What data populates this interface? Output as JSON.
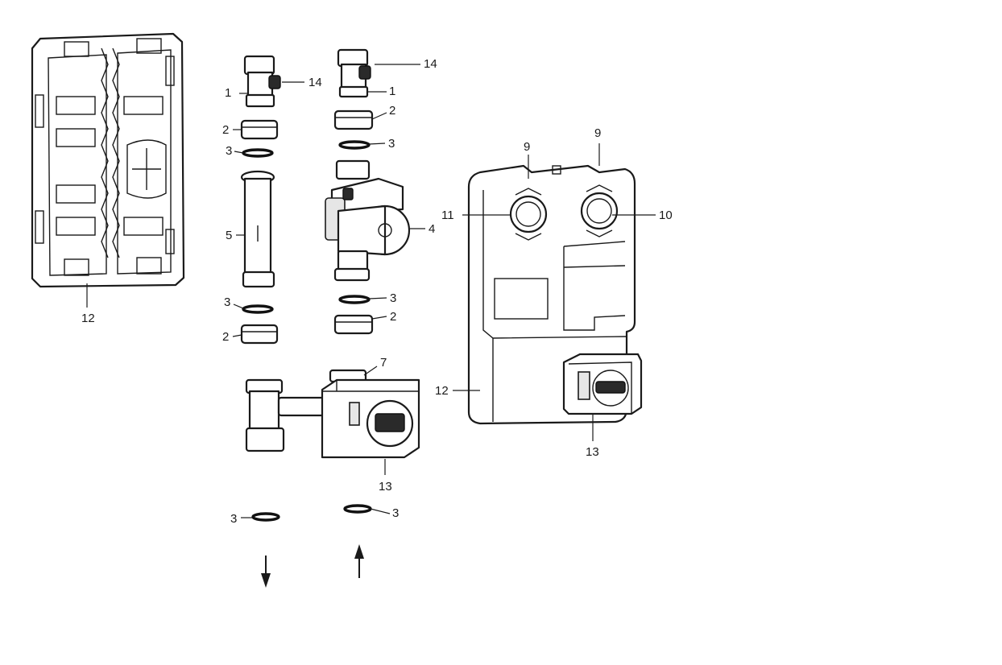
{
  "labels": {
    "l1a": "1",
    "l14a": "14",
    "l14b": "14",
    "l1b": "1",
    "l2a": "2",
    "l2b": "2",
    "l3a": "3",
    "l3b": "3",
    "l5": "5",
    "l4": "4",
    "l3c": "3",
    "l3d": "3",
    "l2c": "2",
    "l2d": "2",
    "l12a": "12",
    "l7": "7",
    "l13a": "13",
    "l3e": "3",
    "l3f": "3",
    "l9a": "9",
    "l9b": "9",
    "l11": "11",
    "l10": "10",
    "l12b": "12",
    "l13b": "13"
  }
}
